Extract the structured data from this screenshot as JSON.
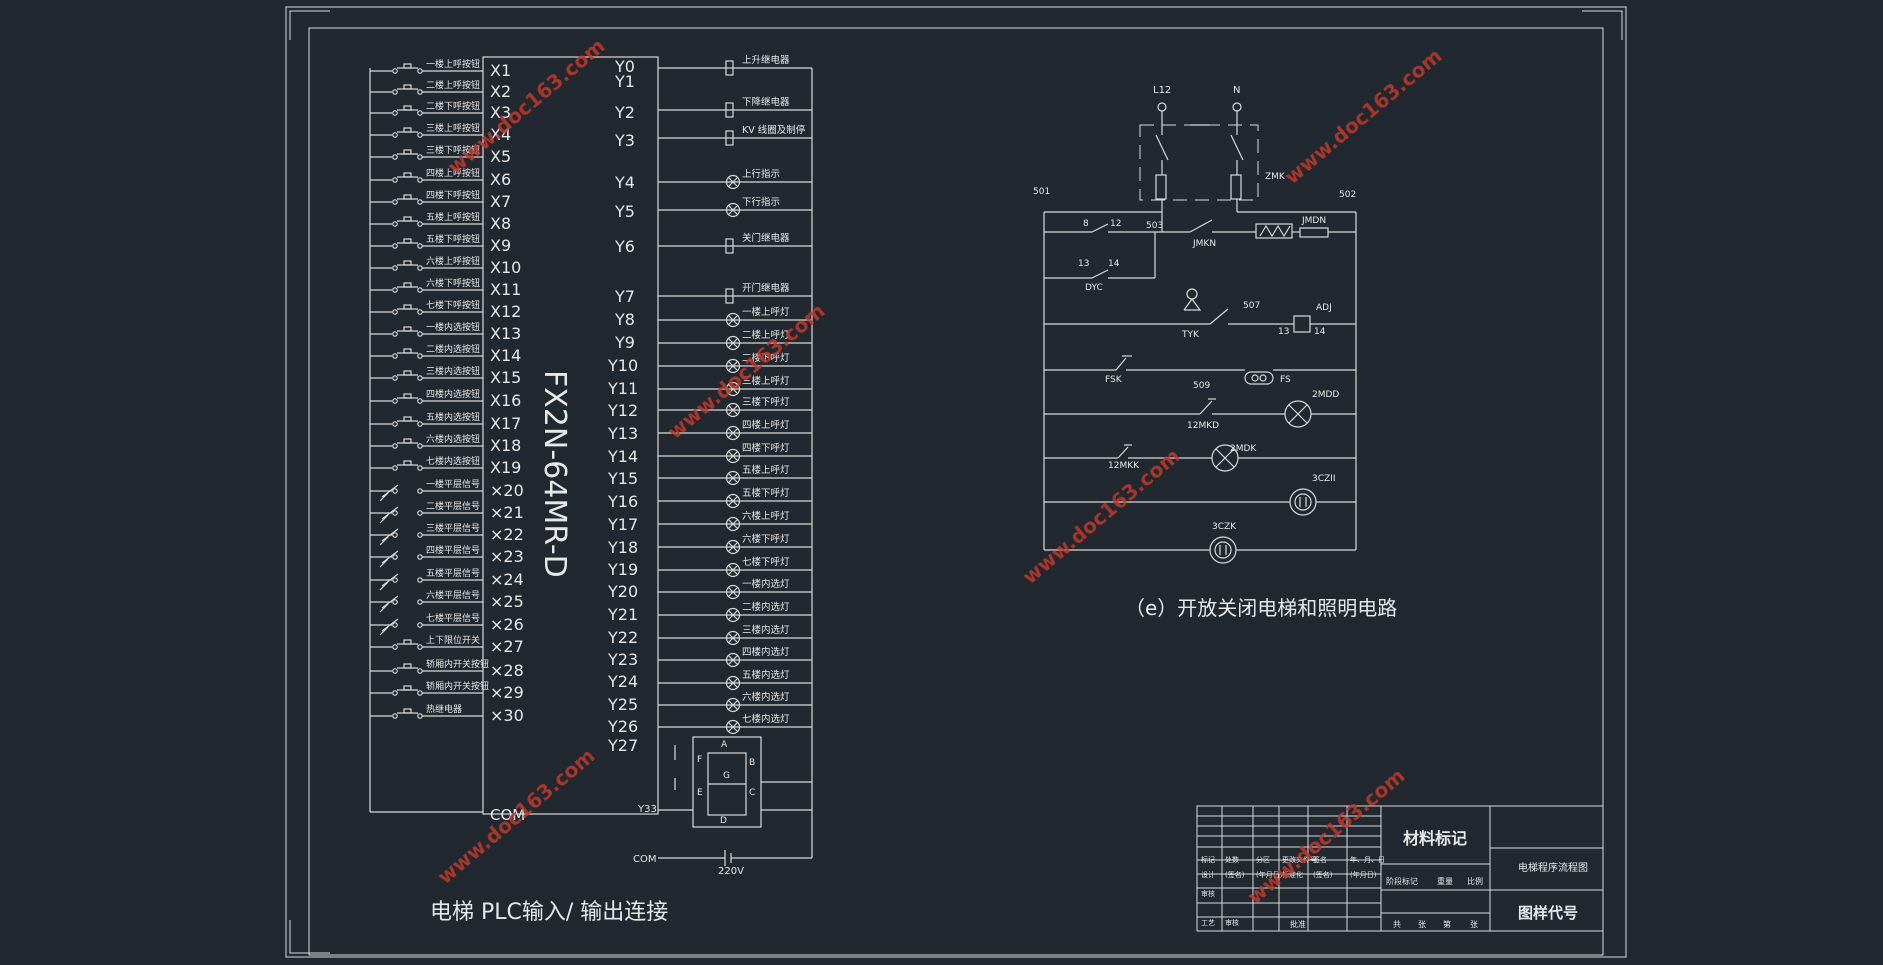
{
  "plc": {
    "model": "FX2N-64MR-D",
    "com_in": "COM",
    "inputs": [
      "X1",
      "X2",
      "X3",
      "X4",
      "X5",
      "X6",
      "X7",
      "X8",
      "X9",
      "X10",
      "X11",
      "X12",
      "X13",
      "X14",
      "X15",
      "X16",
      "X17",
      "X18",
      "X19",
      "×20",
      "×21",
      "×22",
      "×23",
      "×24",
      "×25",
      "×26",
      "×27",
      "×28",
      "×29",
      "×30"
    ],
    "input_labels": [
      "一楼上呼按钮",
      "二楼上呼按钮",
      "二楼下呼按钮",
      "三楼上呼按钮",
      "三楼下呼按钮",
      "四楼上呼按钮",
      "四楼下呼按钮",
      "五楼上呼按钮",
      "五楼下呼按钮",
      "六楼上呼按钮",
      "六楼下呼按钮",
      "七楼下呼按钮",
      "一楼内选按钮",
      "二楼内选按钮",
      "三楼内选按钮",
      "四楼内选按钮",
      "五楼内选按钮",
      "六楼内选按钮",
      "七楼内选按钮",
      "一楼平层信号",
      "二楼平层信号",
      "三楼平层信号",
      "四楼平层信号",
      "五楼平层信号",
      "六楼平层信号",
      "七楼平层信号",
      "上下限位开关",
      "轿厢内开关按钮",
      "轿厢内开关按钮",
      "热继电器"
    ],
    "outputs": [
      "Y0",
      "Y1",
      "Y2",
      "Y3",
      "Y4",
      "Y5",
      "Y6",
      "Y7",
      "Y8",
      "Y9",
      "Y10",
      "Y11",
      "Y12",
      "Y13",
      "Y14",
      "Y15",
      "Y16",
      "Y17",
      "Y18",
      "Y19",
      "Y20",
      "Y21",
      "Y22",
      "Y23",
      "Y24",
      "Y25",
      "Y26",
      "Y27"
    ],
    "output_labels": [
      "上升继电器",
      "下降继电器",
      "KV 线圈及制停",
      "上行指示",
      "下行指示",
      "关门继电器",
      "开门继电器",
      "一楼上呼灯",
      "二楼上呼灯",
      "二楼下呼灯",
      "三楼上呼灯",
      "三楼下呼灯",
      "四楼上呼灯",
      "四楼下呼灯",
      "五楼上呼灯",
      "五楼下呼灯",
      "六楼上呼灯",
      "六楼下呼灯",
      "七楼下呼灯",
      "一楼内选灯",
      "二楼内选灯",
      "三楼内选灯",
      "四楼内选灯",
      "五楼内选灯",
      "六楼内选灯",
      "七楼内选灯"
    ],
    "seg_letters": [
      "A",
      "B",
      "C",
      "D",
      "E",
      "F",
      "G"
    ],
    "y33": "Y33",
    "com_out": "COM",
    "voltage": "220V",
    "caption": "电梯  PLC输入/ 输出连接"
  },
  "circuit": {
    "labels": {
      "l12": "L12",
      "n": "N",
      "zmk": "ZMK",
      "n501": "501",
      "n502": "502",
      "n8": "8",
      "n12": "12",
      "n503": "503",
      "jmkn": "JMKN",
      "jmdn": "JMDN",
      "n13": "13",
      "n14": "14",
      "dyc": "DYC",
      "tyk": "TYK",
      "n507": "507",
      "adj": "ADJ",
      "adj13": "13",
      "adj14": "14",
      "fsk": "FSK",
      "fs": "FS",
      "n509": "509",
      "mkd": "12MKD",
      "mdd": "2MDD",
      "mkk": "12MKK",
      "mdk": "2MDK",
      "czii": "3CZII",
      "czk": "3CZK"
    },
    "caption": "（e）开放关闭电梯和照明电路"
  },
  "title_block": {
    "material": "材料标记",
    "drawing_title": "电梯程序流程图",
    "drawing_code": "图样代号",
    "row_labels": [
      "标记",
      "设计",
      "审核",
      "工艺"
    ],
    "row_labels_2": [
      "处数",
      "(签名)",
      "",
      "审核"
    ],
    "col_heads": [
      "分区",
      "更改文件号",
      "签名",
      "年、月、日"
    ],
    "col_vals": [
      "(年月日)",
      "标准化",
      "(签名)",
      "(年月日)"
    ],
    "stage_heads": [
      "阶段标记",
      "重量",
      "比例"
    ],
    "sheet": [
      "共",
      "张",
      "第",
      "张"
    ],
    "approve": "批准"
  },
  "watermark": "www.doc163.com"
}
